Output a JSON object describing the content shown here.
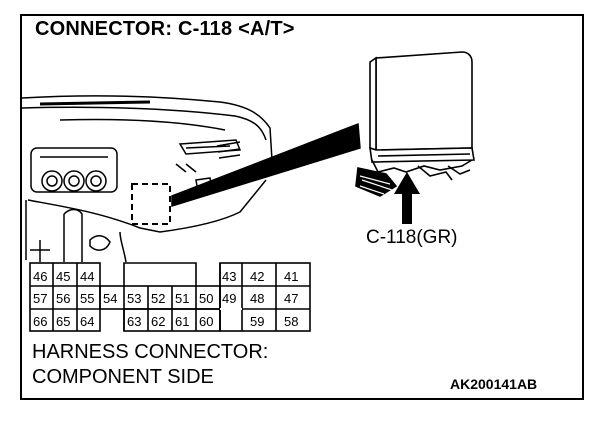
{
  "title": "CONNECTOR: C-118 <A/T>",
  "connector_label": "C-118(GR)",
  "harness_text": {
    "line1": "HARNESS CONNECTOR:",
    "line2": "COMPONENT SIDE"
  },
  "reference_code": "AK200141AB",
  "pins": {
    "row1_left": [
      "46",
      "45",
      "44"
    ],
    "row1_right_small": "43",
    "row1_right": [
      "42",
      "41"
    ],
    "row2": [
      "57",
      "56",
      "55",
      "54",
      "53",
      "52",
      "51",
      "50",
      "49",
      "48",
      "47"
    ],
    "row3_left": [
      "66",
      "65",
      "64"
    ],
    "row3_mid": [
      "63",
      "62",
      "61",
      "60"
    ],
    "row3_right": [
      "59",
      "58"
    ]
  },
  "icons": [
    "pointer-arrow-icon",
    "connector-module-icon",
    "dashboard-illustration"
  ]
}
